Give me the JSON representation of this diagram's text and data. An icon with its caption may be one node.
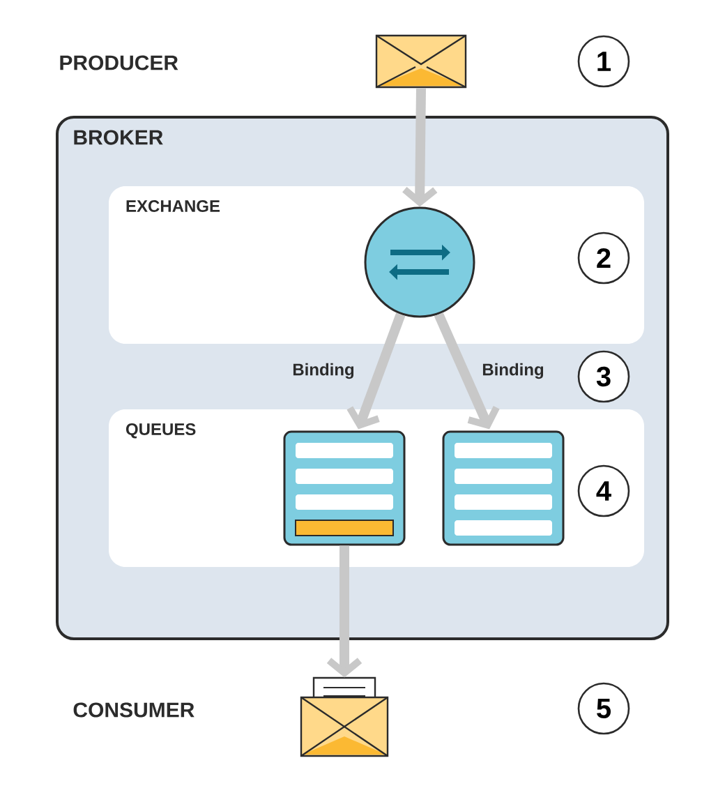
{
  "diagram": {
    "nodes": [
      {
        "text": [],
        "shape": "envelope"
      },
      {
        "text": [
          "BROKER"
        ]
      },
      {
        "text": [
          "EXCHANGE"
        ],
        "in": 1
      },
      {
        "text": [],
        "shape": "circle",
        "in": 2
      },
      {
        "text": [
          "QUEUES"
        ],
        "in": 1
      },
      {
        "text": [],
        "shape": "box",
        "in": 4
      },
      {
        "text": [],
        "shape": "box",
        "in": 4
      },
      {
        "text": [],
        "shape": "envelope"
      }
    ],
    "edges": [
      {
        "from": 0,
        "to": 3,
        "arrow": "to"
      },
      {
        "from": 3,
        "to": 5,
        "arrow": "to",
        "label": "Binding"
      },
      {
        "from": 3,
        "to": 6,
        "arrow": "to",
        "label": "Binding"
      },
      {
        "from": 5,
        "to": 7,
        "arrow": "to"
      }
    ],
    "labels": [
      "PRODUCER",
      "1",
      "2",
      "3",
      "4",
      "CONSUMER",
      "5"
    ]
  }
}
